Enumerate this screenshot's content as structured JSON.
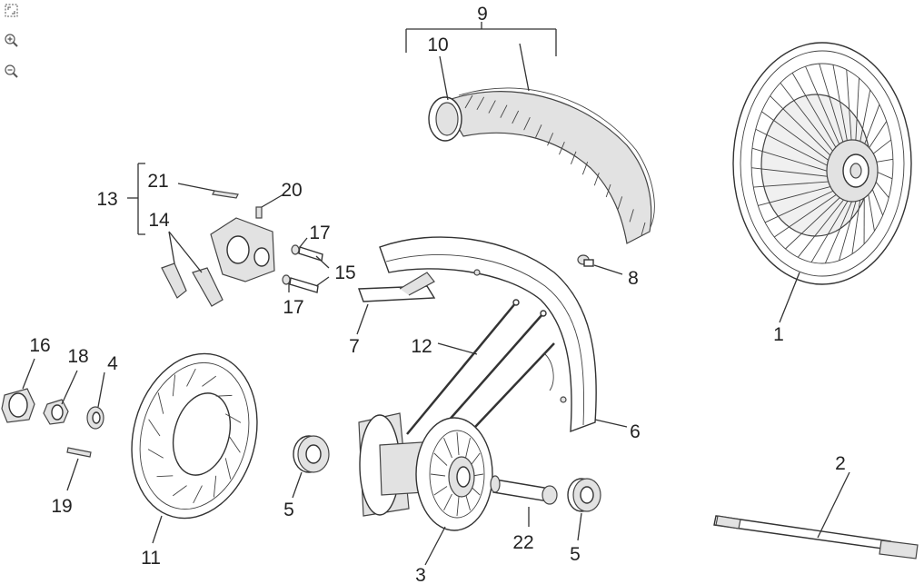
{
  "toolbar": {
    "fit_icon": "fit-to-window-icon",
    "zoom_in_icon": "zoom-in-icon",
    "zoom_out_icon": "zoom-out-icon"
  },
  "callouts": {
    "c1": "1",
    "c2": "2",
    "c3": "3",
    "c4": "4",
    "c5a": "5",
    "c5b": "5",
    "c6": "6",
    "c7": "7",
    "c8": "8",
    "c9": "9",
    "c10": "10",
    "c11": "11",
    "c12": "12",
    "c13": "13",
    "c14": "14",
    "c15": "15",
    "c16": "16",
    "c17a": "17",
    "c17b": "17",
    "c18": "18",
    "c19": "19",
    "c20": "20",
    "c21": "21",
    "c22": "22"
  }
}
